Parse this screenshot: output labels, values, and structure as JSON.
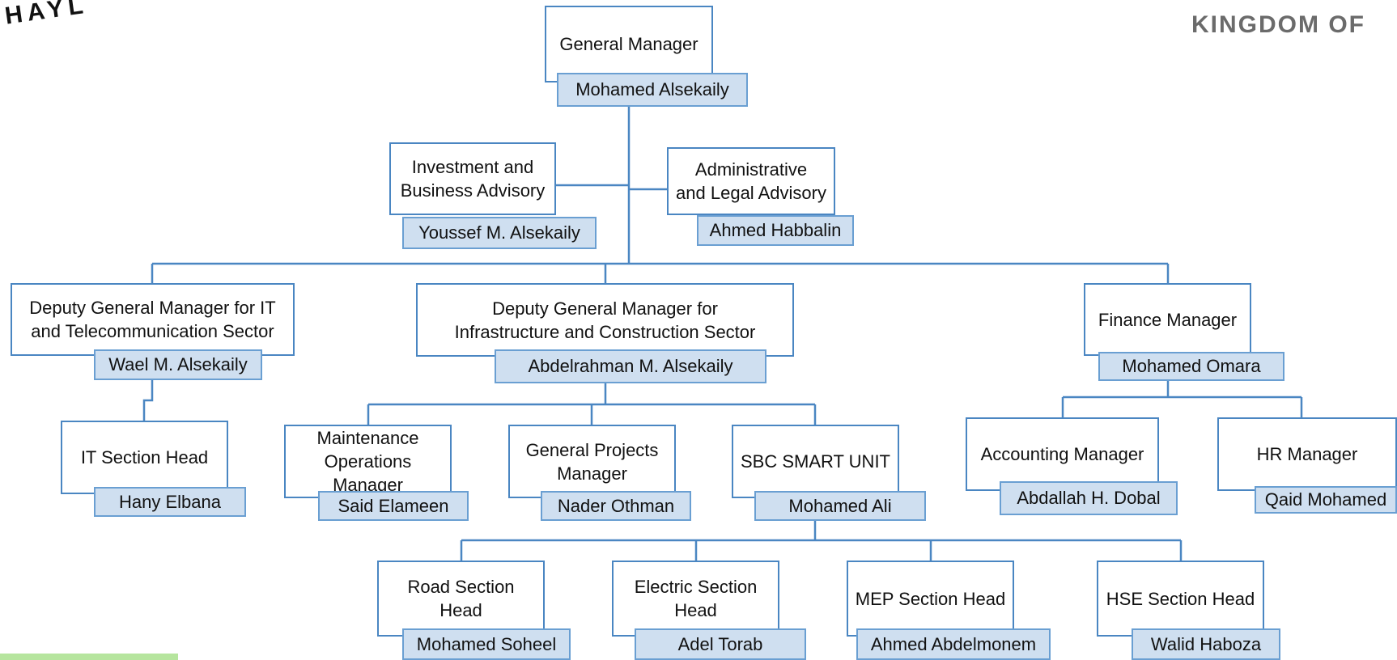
{
  "logo_left_text": "HAYL",
  "logo_right_text": "KINGDOM OF",
  "colors": {
    "box_border": "#4a86c2",
    "name_fill": "#cfdff0",
    "name_border": "#6a9fd2",
    "connector": "#4a86c2",
    "footer_strip": "#b6e59e"
  },
  "positions": [
    {
      "id": "gm",
      "title": "General Manager",
      "name": "Mohamed Alsekaily"
    },
    {
      "id": "inv",
      "title": "Investment and\nBusiness Advisory",
      "name": "Youssef M. Alsekaily"
    },
    {
      "id": "adm",
      "title": "Administrative\nand Legal Advisory",
      "name": "Ahmed Habbalin"
    },
    {
      "id": "dit",
      "title": "Deputy General Manager for IT\nand Telecommunication Sector",
      "name": "Wael M. Alsekaily"
    },
    {
      "id": "dinf",
      "title": "Deputy General Manager for\nInfrastructure and Construction Sector",
      "name": "Abdelrahman M. Alsekaily"
    },
    {
      "id": "fin",
      "title": "Finance Manager",
      "name": "Mohamed Omara"
    },
    {
      "id": "it",
      "title": "IT Section Head",
      "name": "Hany Elbana"
    },
    {
      "id": "mnt",
      "title": "Maintenance\nOperations\nManager",
      "name": "Said Elameen"
    },
    {
      "id": "gpm",
      "title": "General Projects\nManager",
      "name": "Nader Othman"
    },
    {
      "id": "sbc",
      "title": "SBC SMART UNIT",
      "name": "Mohamed Ali"
    },
    {
      "id": "acc",
      "title": "Accounting Manager",
      "name": "Abdallah H. Dobal"
    },
    {
      "id": "hr",
      "title": "HR Manager",
      "name": "Qaid Mohamed"
    },
    {
      "id": "road",
      "title": "Road Section\nHead",
      "name": "Mohamed Soheel"
    },
    {
      "id": "elec",
      "title": "Electric Section\nHead",
      "name": "Adel Torab"
    },
    {
      "id": "mep",
      "title": "MEP Section Head",
      "name": "Ahmed Abdelmonem"
    },
    {
      "id": "hse",
      "title": "HSE Section Head",
      "name": "Walid Haboza"
    }
  ]
}
